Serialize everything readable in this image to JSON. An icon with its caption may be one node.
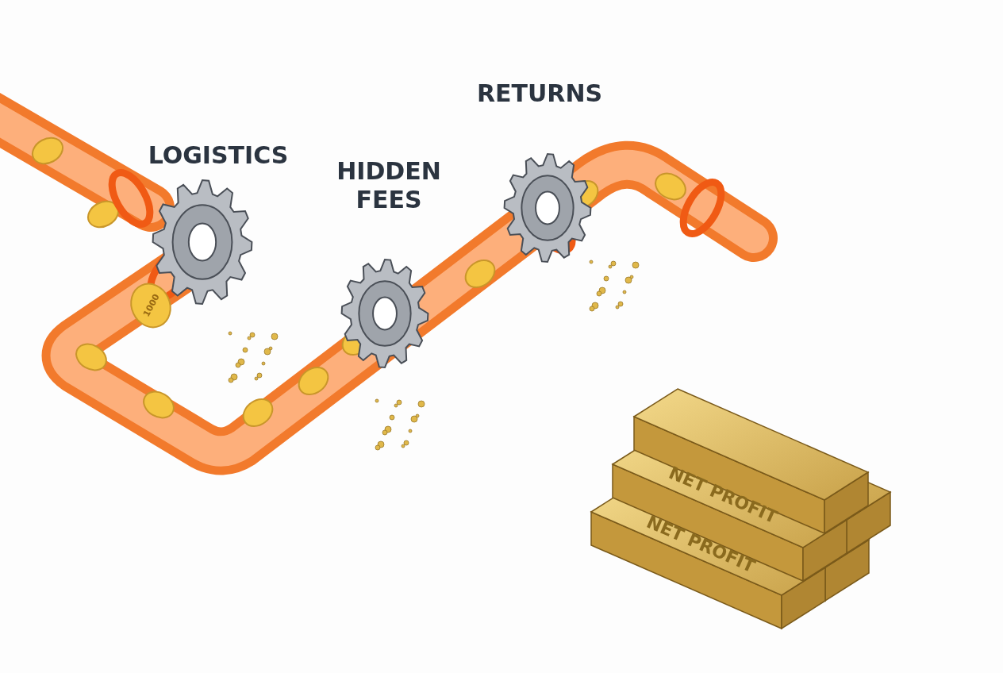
{
  "diagram": {
    "labels": [
      "RETURNS",
      "LOGISTICS",
      "HIDDEN FEES",
      "1000",
      "NET PROFIT",
      "NET PROFIT"
    ]
  }
}
